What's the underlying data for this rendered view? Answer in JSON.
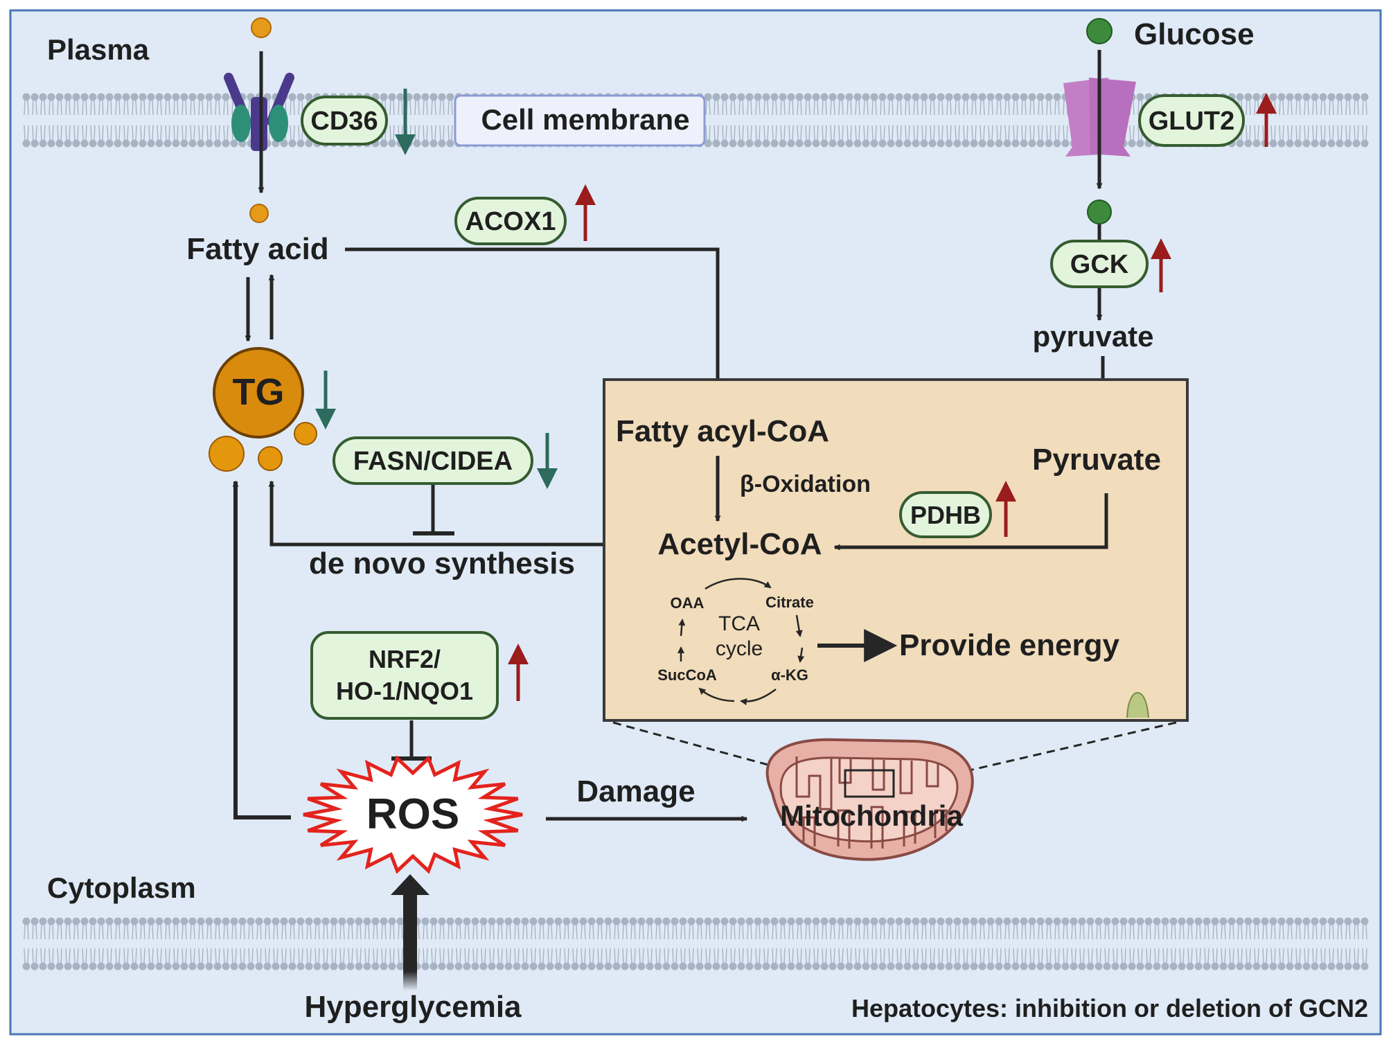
{
  "labels": {
    "plasma": "Plasma",
    "cytoplasm": "Cytoplasm",
    "glucose": "Glucose",
    "cell_membrane": "Cell membrane",
    "fatty_acid": "Fatty acid",
    "tg": "TG",
    "pyruvate_lower": "pyruvate",
    "fatty_acyl_coa": "Fatty acyl-CoA",
    "pyruvate": "Pyruvate",
    "beta_oxidation": "β-Oxidation",
    "acetyl_coa": "Acetyl-CoA",
    "de_novo": "de novo synthesis",
    "provide_energy": "Provide energy",
    "damage": "Damage",
    "mitochondria": "Mitochondria",
    "ros": "ROS",
    "hyperglycemia": "Hyperglycemia",
    "footer": "Hepatocytes: inhibition or deletion of GCN2"
  },
  "tca": {
    "oaa": "OAA",
    "citrate": "Citrate",
    "tca": "TCA",
    "cycle": "cycle",
    "succoa": "SucCoA",
    "akg": "α-KG"
  },
  "genes": {
    "cd36": "CD36",
    "glut2": "GLUT2",
    "acox1": "ACOX1",
    "gck": "GCK",
    "fasn_cidea": "FASN/CIDEA",
    "pdhb": "PDHB",
    "nrf2_line1": "NRF2/",
    "nrf2_line2": "HO-1/NQO1"
  },
  "regulation": {
    "cd36": "down",
    "glut2": "up",
    "acox1": "up",
    "gck": "up",
    "tg": "down",
    "fasn_cidea": "down",
    "pdhb": "up",
    "nrf2": "up"
  },
  "colors": {
    "background": "#dfeaf6",
    "frame": "#4a78b5",
    "membrane": "#a7b3c2",
    "gene_fill": "#e2f5dc",
    "gene_stroke": "#355c30",
    "up_arrow": "#9b1c1c",
    "down_arrow": "#2c6b5e",
    "mito_box": "#f1dcbb",
    "mito_outer": "#e7b1a7",
    "tg_orange": "#d98b0e",
    "glucose_green": "#3d8a3d",
    "ros_red": "#e3231d"
  }
}
